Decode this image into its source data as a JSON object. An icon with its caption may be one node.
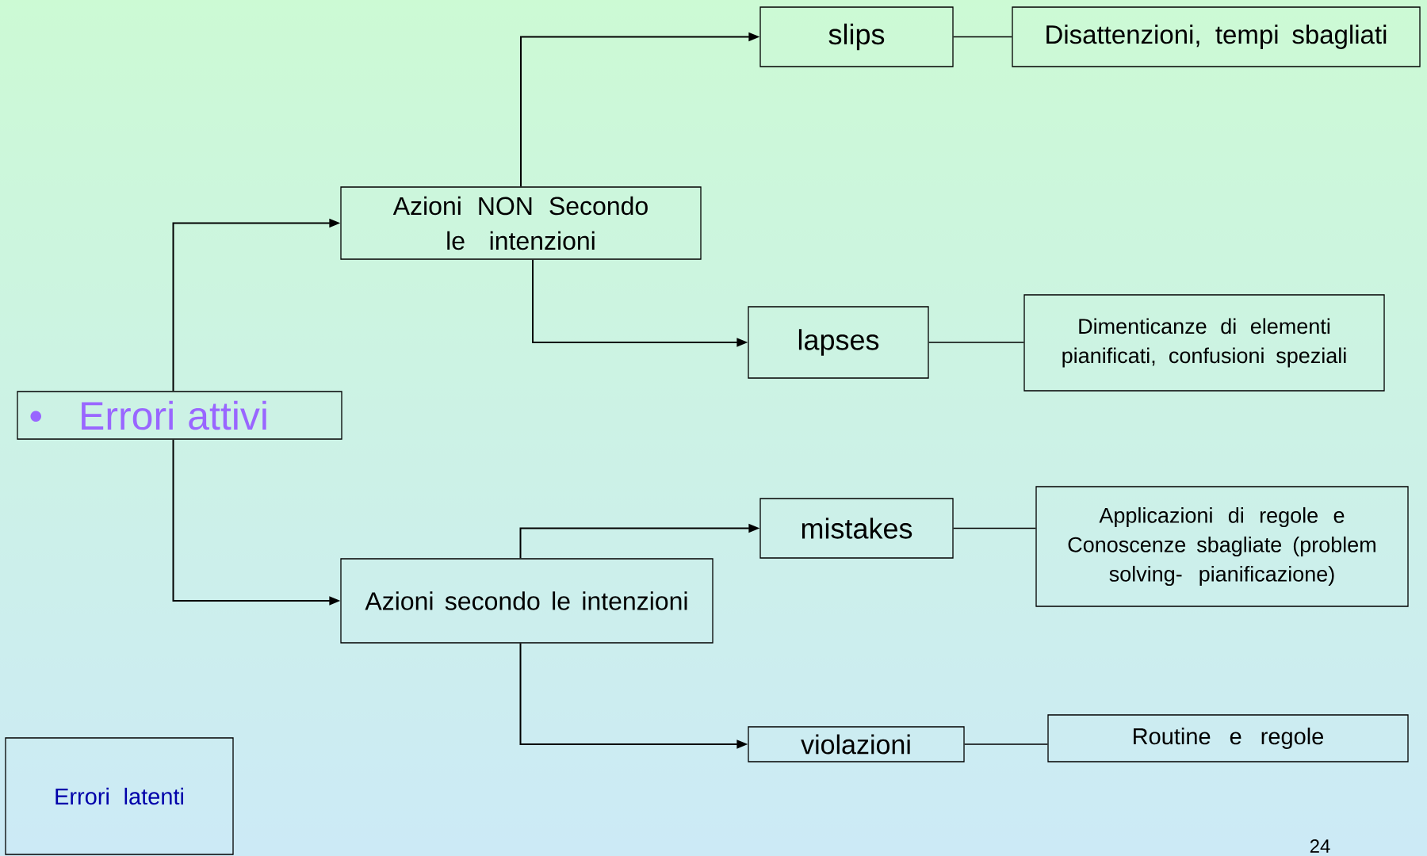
{
  "diagram": {
    "nodes": [
      {
        "text": [
          "•",
          "Errori attivi"
        ]
      },
      {
        "text": [
          "Azioni NON Secondo le intenzioni"
        ]
      },
      {
        "text": [
          "Azioni secondo le intenzioni"
        ]
      },
      {
        "text": [
          "slips"
        ]
      },
      {
        "text": [
          "Disattenzioni, tempi sbagliati"
        ]
      },
      {
        "text": [
          "lapses"
        ]
      },
      {
        "text": [
          "Dimenticanze di elementi pianificati, confusioni speziali"
        ]
      },
      {
        "text": [
          "mistakes"
        ]
      },
      {
        "text": [
          "Applicazioni di regole e Conoscenze sbagliate (problem solving- pianificazione)"
        ]
      },
      {
        "text": [
          "violazioni"
        ]
      },
      {
        "text": [
          "Routine e regole"
        ]
      },
      {
        "text": [
          "Errori latenti"
        ]
      }
    ],
    "edges": [
      {
        "from": 0,
        "to": 1,
        "arrow": "to"
      },
      {
        "from": 0,
        "to": 2,
        "arrow": "to"
      },
      {
        "from": 1,
        "to": 3,
        "arrow": "to"
      },
      {
        "from": 1,
        "to": 5,
        "arrow": "to"
      },
      {
        "from": 2,
        "to": 7,
        "arrow": "to"
      },
      {
        "from": 2,
        "to": 9,
        "arrow": "to"
      },
      {
        "from": 3,
        "to": 4,
        "arrow": "none"
      },
      {
        "from": 5,
        "to": 6,
        "arrow": "none"
      },
      {
        "from": 7,
        "to": 8,
        "arrow": "none"
      },
      {
        "from": 9,
        "to": 10,
        "arrow": "none"
      }
    ],
    "labels": [
      "24"
    ]
  }
}
